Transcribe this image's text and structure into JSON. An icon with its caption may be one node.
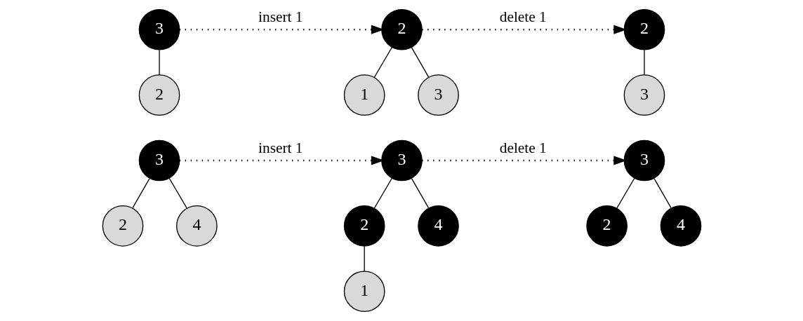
{
  "diagram": {
    "nodes": [
      {
        "text": [
          "3"
        ]
      },
      {
        "text": [
          "2"
        ]
      },
      {
        "text": [
          "2"
        ]
      },
      {
        "text": [
          "1"
        ]
      },
      {
        "text": [
          "3"
        ]
      },
      {
        "text": [
          "2"
        ]
      },
      {
        "text": [
          "3"
        ]
      },
      {
        "text": [
          "3"
        ]
      },
      {
        "text": [
          "2"
        ]
      },
      {
        "text": [
          "4"
        ]
      },
      {
        "text": [
          "3"
        ]
      },
      {
        "text": [
          "2"
        ]
      },
      {
        "text": [
          "4"
        ]
      },
      {
        "text": [
          "1"
        ]
      },
      {
        "text": [
          "3"
        ]
      },
      {
        "text": [
          "2"
        ]
      },
      {
        "text": [
          "4"
        ]
      }
    ],
    "edges": [
      {
        "from": 0,
        "to": 1,
        "arrow": "none"
      },
      {
        "from": 0,
        "to": 2,
        "arrow": "to",
        "label": "insert 1",
        "style": "dashed"
      },
      {
        "from": 2,
        "to": 3,
        "arrow": "none"
      },
      {
        "from": 2,
        "to": 4,
        "arrow": "none"
      },
      {
        "from": 2,
        "to": 5,
        "arrow": "to",
        "label": "delete 1",
        "style": "dashed"
      },
      {
        "from": 5,
        "to": 6,
        "arrow": "none"
      },
      {
        "from": 7,
        "to": 8,
        "arrow": "none"
      },
      {
        "from": 7,
        "to": 9,
        "arrow": "none"
      },
      {
        "from": 7,
        "to": 10,
        "arrow": "to",
        "label": "insert 1",
        "style": "dashed"
      },
      {
        "from": 10,
        "to": 11,
        "arrow": "none"
      },
      {
        "from": 10,
        "to": 12,
        "arrow": "none"
      },
      {
        "from": 11,
        "to": 13,
        "arrow": "none"
      },
      {
        "from": 10,
        "to": 14,
        "arrow": "to",
        "label": "delete 1",
        "style": "dashed"
      },
      {
        "from": 14,
        "to": 15,
        "arrow": "none"
      },
      {
        "from": 14,
        "to": 16,
        "arrow": "none"
      }
    ]
  }
}
